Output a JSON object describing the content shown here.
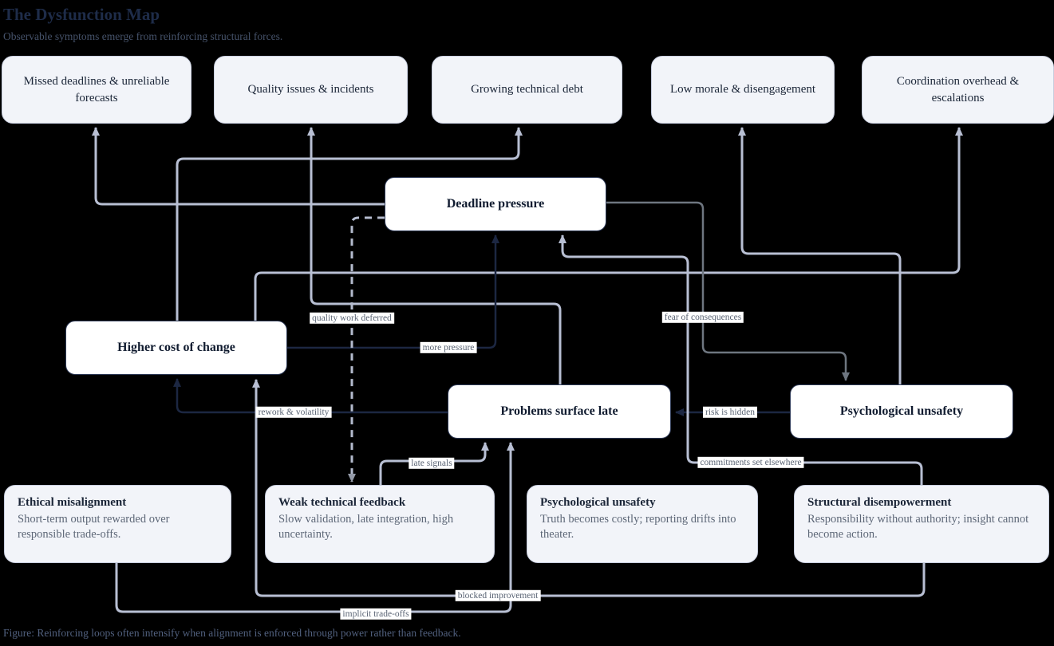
{
  "page": {
    "title": "The Dysfunction Map",
    "subtitle": "Observable symptoms emerge from reinforcing structural forces.",
    "caption": "Figure: Reinforcing loops often intensify when alignment is enforced through power rather than feedback."
  },
  "colors": {
    "background": "#000000",
    "title_text": "#1e2c49",
    "muted_text": "#46536b",
    "symptom_box_bg": "#f2f4f9",
    "symptom_box_border": "#c8cedf",
    "node_box_bg": "#ffffff",
    "node_box_border": "#2e3a57",
    "edge_light": "#b8bfd3",
    "edge_gray": "#6e7680",
    "edge_dark": "#1c2742",
    "edge_label_text": "#5a6474",
    "edge_label_bg": "#ffffff"
  },
  "diagram": {
    "symptoms": [
      {
        "label": "Missed deadlines & unreliable forecasts"
      },
      {
        "label": "Quality issues & incidents"
      },
      {
        "label": "Growing technical debt"
      },
      {
        "label": "Low morale & disengagement"
      },
      {
        "label": "Coordination overhead & escalations"
      }
    ],
    "nodes": [
      {
        "label": "Deadline pressure"
      },
      {
        "label": "Higher cost of change"
      },
      {
        "label": "Problems surface late"
      },
      {
        "label": "Psychological unsafety"
      }
    ],
    "forces": [
      {
        "title": "Ethical misalignment",
        "description": "Short-term output rewarded over responsible trade-offs."
      },
      {
        "title": "Weak technical feedback",
        "description": "Slow validation, late integration, high uncertainty."
      },
      {
        "title": "Psychological unsafety",
        "description": "Truth becomes costly; reporting drifts into theater."
      },
      {
        "title": "Structural disempowerment",
        "description": "Responsibility without authority; insight cannot become action."
      }
    ],
    "edge_labels": [
      {
        "text": "quality work deferred"
      },
      {
        "text": "more pressure"
      },
      {
        "text": "fear of consequences"
      },
      {
        "text": "rework & volatility"
      },
      {
        "text": "risk is hidden"
      },
      {
        "text": "late signals"
      },
      {
        "text": "commitments set elsewhere"
      },
      {
        "text": "blocked improvement"
      },
      {
        "text": "implicit trade-offs"
      }
    ]
  }
}
